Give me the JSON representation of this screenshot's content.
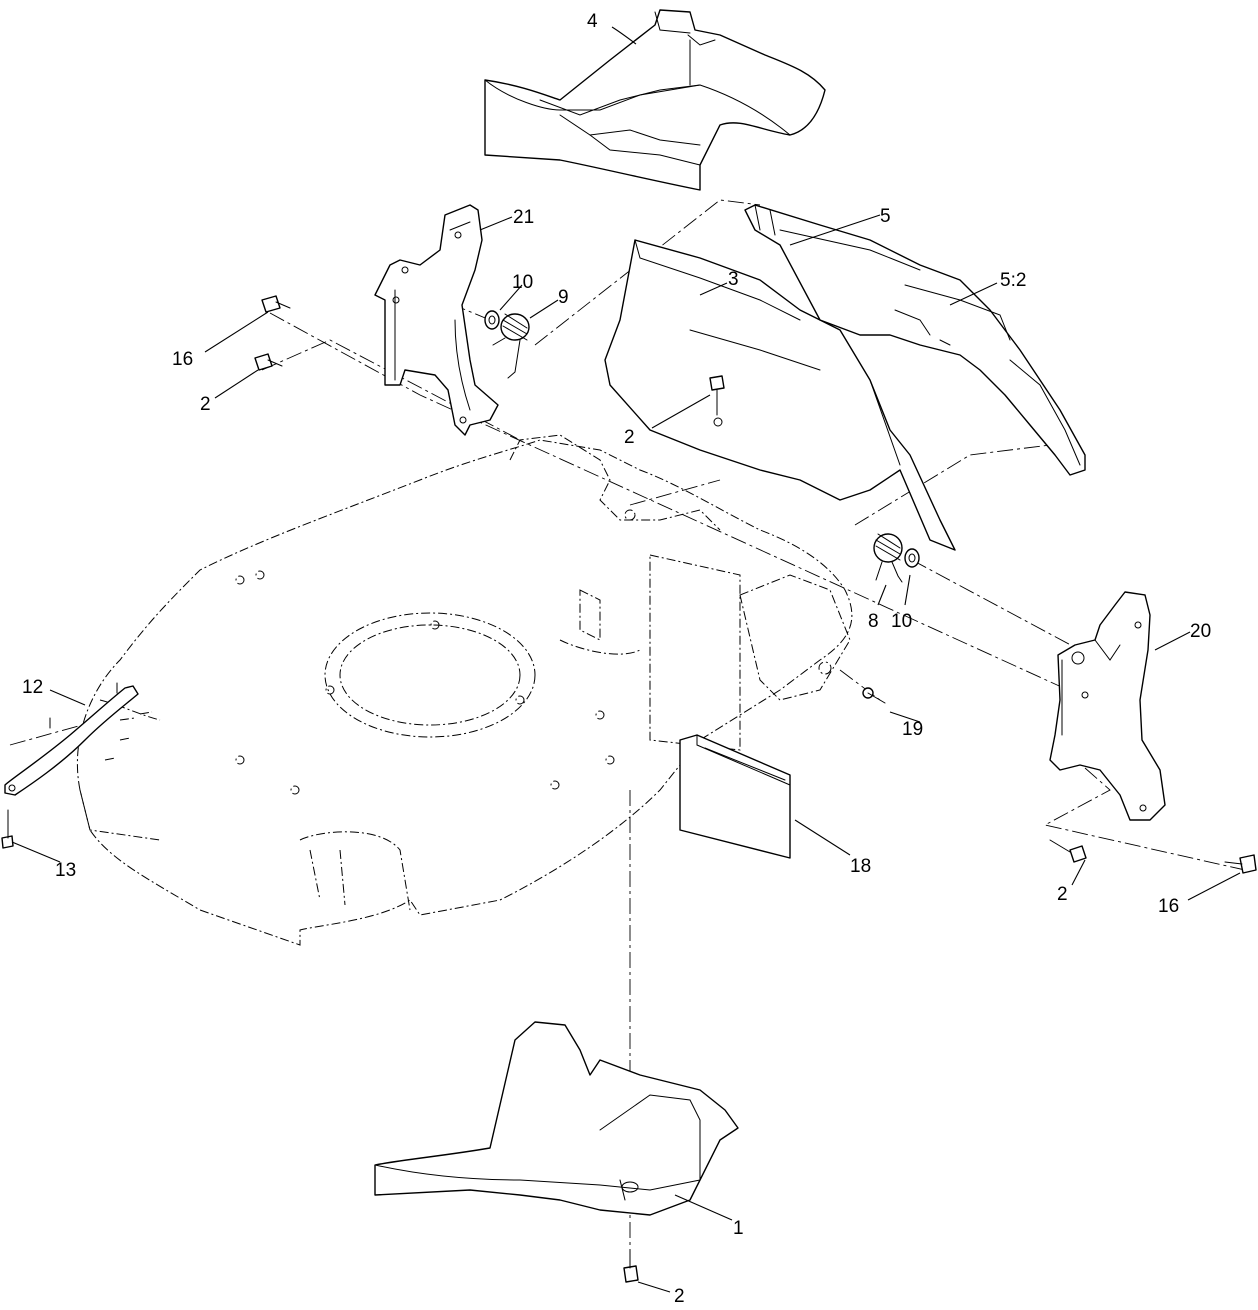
{
  "callouts": {
    "c4": "4",
    "c21": "21",
    "c5": "5",
    "c10a": "10",
    "c9": "9",
    "c3": "3",
    "c5_2": "5:2",
    "c16a": "16",
    "c2a": "2",
    "c2b": "2",
    "c8": "8",
    "c10b": "10",
    "c20": "20",
    "c12": "12",
    "c19": "19",
    "c13": "13",
    "c18": "18",
    "c2c": "2",
    "c16b": "16",
    "c1": "1",
    "c2d": "2"
  }
}
